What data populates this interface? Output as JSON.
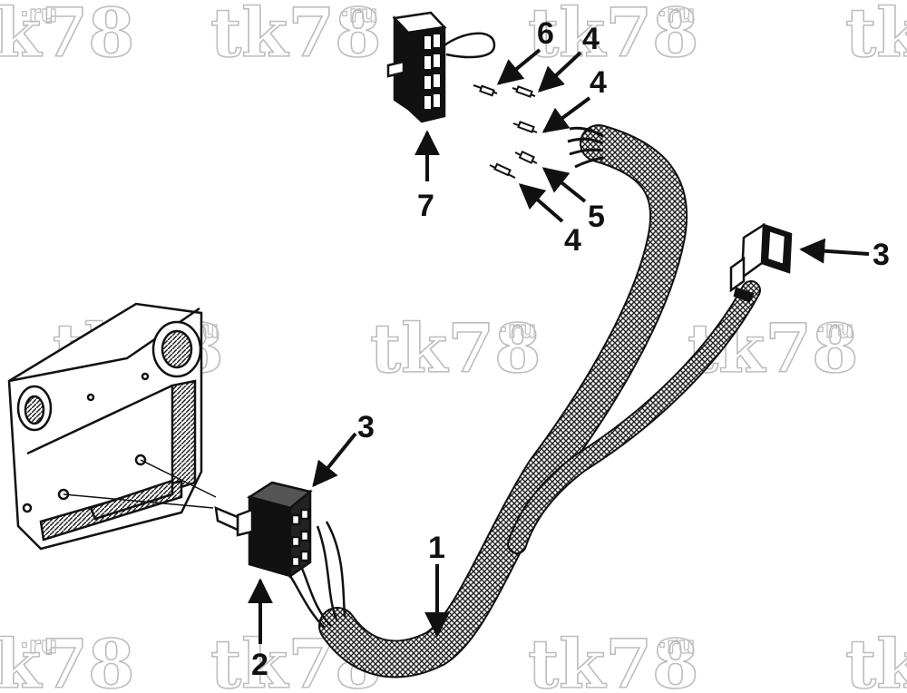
{
  "watermark": {
    "main": "tk78",
    "suffix": "·ru"
  },
  "callouts": {
    "harness": "1",
    "switch": "2",
    "connector_switch": "3",
    "connector_right": "3",
    "pin_top": "4",
    "pin_mid": "4",
    "pin_bottom": "4",
    "pin_seal": "5",
    "pin_plug": "6",
    "housing": "7"
  },
  "colors": {
    "ink": "#111111",
    "watermark": "#bdbdbd",
    "background": "#ffffff"
  }
}
